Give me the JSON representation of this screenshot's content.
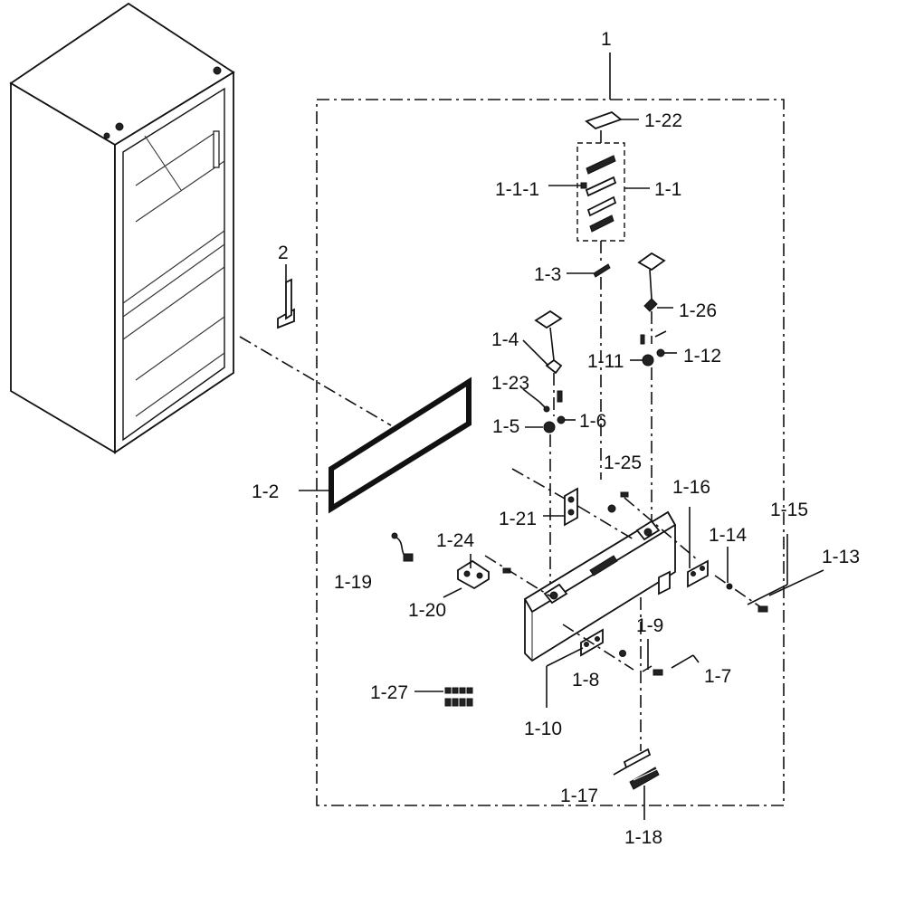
{
  "diagram": {
    "labels": {
      "l1": "1",
      "l2": "2",
      "l1_1": "1-1",
      "l1_1_1": "1-1-1",
      "l1_2": "1-2",
      "l1_3": "1-3",
      "l1_4": "1-4",
      "l1_5": "1-5",
      "l1_6": "1-6",
      "l1_7": "1-7",
      "l1_8": "1-8",
      "l1_9": "1-9",
      "l1_10": "1-10",
      "l1_11": "1-11",
      "l1_12": "1-12",
      "l1_13": "1-13",
      "l1_14": "1-14",
      "l1_15": "1-15",
      "l1_16": "1-16",
      "l1_17": "1-17",
      "l1_18": "1-18",
      "l1_19": "1-19",
      "l1_20": "1-20",
      "l1_21": "1-21",
      "l1_22": "1-22",
      "l1_23": "1-23",
      "l1_24": "1-24",
      "l1_25": "1-25",
      "l1_26": "1-26",
      "l1_27": "1-27"
    }
  }
}
